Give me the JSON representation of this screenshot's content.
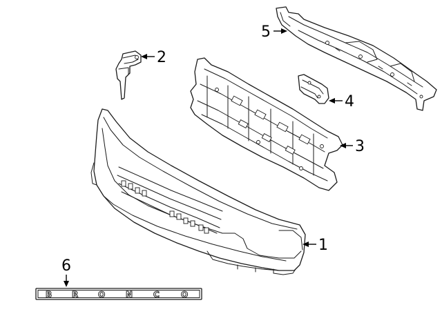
{
  "callouts": [
    {
      "id": "1",
      "label": "1"
    },
    {
      "id": "2",
      "label": "2"
    },
    {
      "id": "3",
      "label": "3"
    },
    {
      "id": "4",
      "label": "4"
    },
    {
      "id": "5",
      "label": "5"
    },
    {
      "id": "6",
      "label": "6"
    }
  ],
  "emblem": {
    "letters": [
      "B",
      "R",
      "O",
      "N",
      "C",
      "O"
    ]
  }
}
